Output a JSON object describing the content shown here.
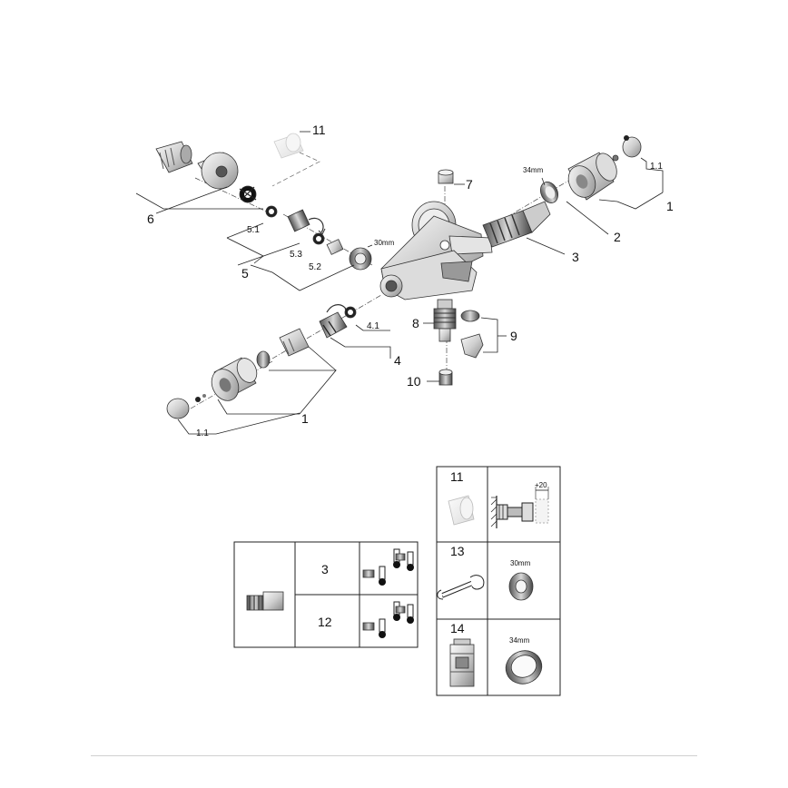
{
  "callouts": {
    "c1_right": "1",
    "c1_1_right": "1.1",
    "c2": "2",
    "c3": "3",
    "c34mm_top": "34mm",
    "c7": "7",
    "c11_top": "11",
    "c6": "6",
    "c5": "5",
    "c5_1": "5.1",
    "c5_2": "5.2",
    "c5_3": "5.3",
    "c30mm_top": "30mm",
    "c8": "8",
    "c9": "9",
    "c10": "10",
    "c4": "4",
    "c4_1": "4.1",
    "c1_left": "1",
    "c1_1_left": "1.1"
  },
  "cartridge_table": {
    "row1_label": "3",
    "row2_label": "12"
  },
  "accessory_table": {
    "row11_label": "11",
    "row11_dim": "+20",
    "row13_label": "13",
    "row13_nut": "30mm",
    "row14_label": "14",
    "row14_ring": "34mm"
  }
}
